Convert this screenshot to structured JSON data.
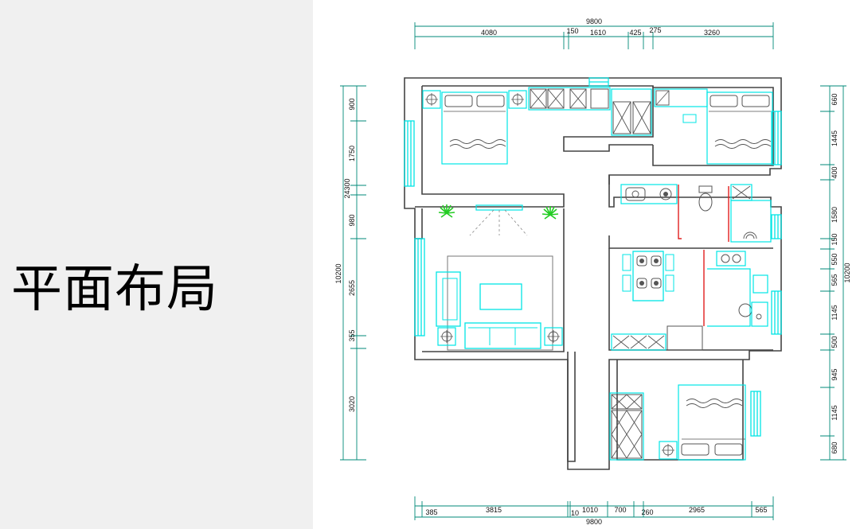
{
  "page": {
    "title": "平面布局"
  },
  "colors": {
    "left_panel_bg": "#f0f0f0",
    "plan_bg": "#ffffff",
    "wall": "#444444",
    "fixture": "#00e5e5",
    "dimension": "#008a78",
    "partition_red": "#e02020",
    "plant": "#22cc22"
  },
  "dimensions": {
    "top_total": "9800",
    "top_segments": [
      "4080",
      "150",
      "1610",
      "425",
      "275",
      "3260"
    ],
    "bottom_total": "9800",
    "bottom_segments": [
      "385",
      "3815",
      "10",
      "1010",
      "700",
      "260",
      "2965",
      "565"
    ],
    "left_total": "10200",
    "left_segments": [
      "900",
      "1750",
      "24300",
      "980",
      "2655",
      "355",
      "3020"
    ],
    "right_total": "10200",
    "right_segments": [
      "660",
      "1445",
      "400",
      "1580",
      "150",
      "550",
      "565",
      "1145",
      "500",
      "945",
      "1145",
      "680"
    ]
  },
  "icons": [
    "double-bed-icon",
    "nightstand-icon",
    "wardrobe-icon",
    "sofa-icon",
    "coffee-table-icon",
    "tv-cabinet-icon",
    "plant-icon",
    "dining-table-icon",
    "toilet-icon",
    "washbasin-icon",
    "shower-icon",
    "stove-icon",
    "sink-icon",
    "window-icon"
  ]
}
